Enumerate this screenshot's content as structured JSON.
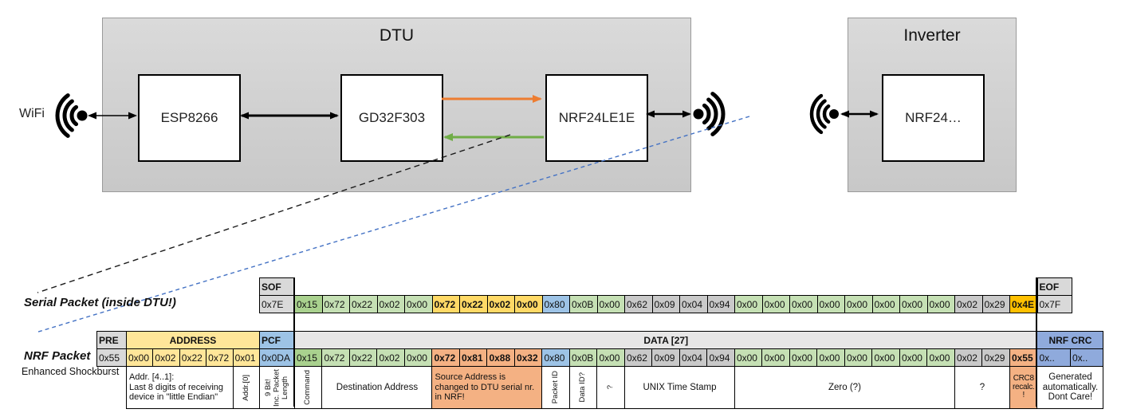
{
  "diagram": {
    "wifi_label": "WiFi",
    "dtu_title": "DTU",
    "inverter_title": "Inverter",
    "chips": [
      {
        "label": "ESP8266"
      },
      {
        "label": "GD32F303"
      },
      {
        "label": "NRF24LE1E"
      },
      {
        "label": "NRF24…"
      }
    ]
  },
  "colors": {
    "gray": "#D9D9D9",
    "gray2": "#C9C9C9",
    "grayL": "#E7E6E6",
    "greenD": "#A9D18E",
    "green": "#C5E0B4",
    "yellow": "#FFD966",
    "yellowL": "#FFE699",
    "blue": "#9DC3E6",
    "blueD": "#8FAADC",
    "orange": "#F4B183",
    "gold": "#FFC000",
    "arrow_orange": "#ED7D31",
    "arrow_green": "#70AD47",
    "dash_blue": "#4472C4"
  },
  "serial_packet": {
    "label": "Serial Packet (inside DTU!)",
    "sof": {
      "header": "SOF",
      "value": "0x7E"
    },
    "eof": {
      "header": "EOF",
      "value": "0x7F"
    },
    "data_cells": [
      {
        "v": "0x15",
        "c": "greenD"
      },
      {
        "v": "0x72",
        "c": "green"
      },
      {
        "v": "0x22",
        "c": "green"
      },
      {
        "v": "0x02",
        "c": "green"
      },
      {
        "v": "0x00",
        "c": "green"
      },
      {
        "v": "0x72",
        "c": "yellow",
        "b": 1
      },
      {
        "v": "0x22",
        "c": "yellow",
        "b": 1
      },
      {
        "v": "0x02",
        "c": "yellow",
        "b": 1
      },
      {
        "v": "0x00",
        "c": "yellow",
        "b": 1
      },
      {
        "v": "0x80",
        "c": "blue"
      },
      {
        "v": "0x0B",
        "c": "green"
      },
      {
        "v": "0x00",
        "c": "green"
      },
      {
        "v": "0x62",
        "c": "gray2"
      },
      {
        "v": "0x09",
        "c": "gray2"
      },
      {
        "v": "0x04",
        "c": "gray2"
      },
      {
        "v": "0x94",
        "c": "gray2"
      },
      {
        "v": "0x00",
        "c": "green"
      },
      {
        "v": "0x00",
        "c": "green"
      },
      {
        "v": "0x00",
        "c": "green"
      },
      {
        "v": "0x00",
        "c": "green"
      },
      {
        "v": "0x00",
        "c": "green"
      },
      {
        "v": "0x00",
        "c": "green"
      },
      {
        "v": "0x00",
        "c": "green"
      },
      {
        "v": "0x00",
        "c": "green"
      },
      {
        "v": "0x02",
        "c": "gray2"
      },
      {
        "v": "0x29",
        "c": "gray2"
      },
      {
        "v": "0x4E",
        "c": "gold",
        "b": 1
      }
    ]
  },
  "nrf_packet": {
    "label": "NRF Packet",
    "sublabel": "Enhanced Shockburst",
    "headers": [
      {
        "t": "PRE",
        "span": 1,
        "c": "gray"
      },
      {
        "t": "ADDRESS",
        "span": 5,
        "c": "yellowL"
      },
      {
        "t": "PCF",
        "span": 1,
        "c": "blue"
      },
      {
        "t": "DATA [27]",
        "span": 27,
        "c": "grayL"
      },
      {
        "t": "NRF CRC",
        "span": 2,
        "c": "blueD"
      }
    ],
    "cells": [
      {
        "v": "0x55",
        "c": "gray"
      },
      {
        "v": "0x00",
        "c": "yellowL"
      },
      {
        "v": "0x02",
        "c": "yellowL"
      },
      {
        "v": "0x22",
        "c": "yellowL"
      },
      {
        "v": "0x72",
        "c": "yellowL"
      },
      {
        "v": "0x01",
        "c": "yellowL"
      },
      {
        "v": "0x0DA",
        "c": "blue"
      },
      {
        "v": "0x15",
        "c": "greenD"
      },
      {
        "v": "0x72",
        "c": "green"
      },
      {
        "v": "0x22",
        "c": "green"
      },
      {
        "v": "0x02",
        "c": "green"
      },
      {
        "v": "0x00",
        "c": "green"
      },
      {
        "v": "0x72",
        "c": "orange",
        "b": 1
      },
      {
        "v": "0x81",
        "c": "orange",
        "b": 1
      },
      {
        "v": "0x88",
        "c": "orange",
        "b": 1
      },
      {
        "v": "0x32",
        "c": "orange",
        "b": 1
      },
      {
        "v": "0x80",
        "c": "blue"
      },
      {
        "v": "0x0B",
        "c": "green"
      },
      {
        "v": "0x00",
        "c": "green"
      },
      {
        "v": "0x62",
        "c": "gray2"
      },
      {
        "v": "0x09",
        "c": "gray2"
      },
      {
        "v": "0x04",
        "c": "gray2"
      },
      {
        "v": "0x94",
        "c": "gray2"
      },
      {
        "v": "0x00",
        "c": "green"
      },
      {
        "v": "0x00",
        "c": "green"
      },
      {
        "v": "0x00",
        "c": "green"
      },
      {
        "v": "0x00",
        "c": "green"
      },
      {
        "v": "0x00",
        "c": "green"
      },
      {
        "v": "0x00",
        "c": "green"
      },
      {
        "v": "0x00",
        "c": "green"
      },
      {
        "v": "0x00",
        "c": "green"
      },
      {
        "v": "0x02",
        "c": "gray2"
      },
      {
        "v": "0x29",
        "c": "gray2"
      },
      {
        "v": "0x55",
        "c": "orange",
        "b": 1
      },
      {
        "v": "0x..",
        "c": "blueD"
      },
      {
        "v": "0x..",
        "c": "blueD"
      }
    ],
    "annotations": [
      {
        "t": "",
        "span": 1,
        "kind": "empty"
      },
      {
        "t": "Addr. [4..1]:\nLast 8 digits of receiving\ndevice in \"little Endian\"",
        "span": 4,
        "kind": "left"
      },
      {
        "t": "Addr.[0]",
        "span": 1,
        "kind": "vert"
      },
      {
        "t": "9 Bit!\nInc. Packet\nLength",
        "span": 1,
        "kind": "vert"
      },
      {
        "t": "Command",
        "span": 1,
        "kind": "vert"
      },
      {
        "t": "Destination Address",
        "span": 4,
        "kind": "center"
      },
      {
        "t": "Source Address is changed to DTU serial nr. in NRF!",
        "span": 4,
        "kind": "left",
        "c": "orange"
      },
      {
        "t": "Packet ID",
        "span": 1,
        "kind": "vert"
      },
      {
        "t": "Data ID?",
        "span": 1,
        "kind": "vert"
      },
      {
        "t": "?",
        "span": 1,
        "kind": "vert"
      },
      {
        "t": "UNIX Time Stamp",
        "span": 4,
        "kind": "center"
      },
      {
        "t": "Zero (?)",
        "span": 8,
        "kind": "center"
      },
      {
        "t": "?",
        "span": 2,
        "kind": "center"
      },
      {
        "t": "CRC8 recalc. !",
        "span": 1,
        "kind": "center",
        "c": "orange",
        "small": 1
      },
      {
        "t": "Generated automatically. Dont Care!",
        "span": 2,
        "kind": "center"
      }
    ]
  }
}
